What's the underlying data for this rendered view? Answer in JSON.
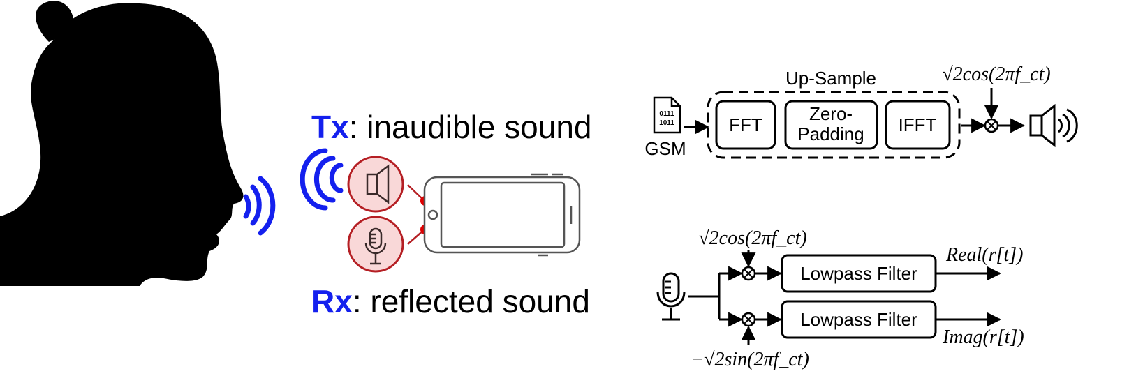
{
  "left": {
    "tx_prefix": "Tx",
    "tx_text": ": inaudible sound",
    "rx_prefix": "Rx",
    "rx_text": ": reflected sound"
  },
  "tx_chain": {
    "input_label": "GSM",
    "file_bits_top": "0111",
    "file_bits_bottom": "1011",
    "group_label": "Up-Sample",
    "block_fft": "FFT",
    "block_zero_line1": "Zero-",
    "block_zero_line2": "Padding",
    "block_ifft": "IFFT",
    "carrier": "√2cos(2πf_ct)"
  },
  "rx_chain": {
    "carrier_top": "√2cos(2πf_ct)",
    "carrier_bottom": "−√2sin(2πf_ct)",
    "filter_top": "Lowpass Filter",
    "filter_bottom": "Lowpass Filter",
    "output_real": "Real(r[t])",
    "output_imag": "Imag(r[t])"
  },
  "colors": {
    "accent_blue": "#1420ee",
    "red": "#e00000",
    "mic_circle_fill": "#f9d8d8",
    "mic_circle_stroke": "#b51f24"
  }
}
